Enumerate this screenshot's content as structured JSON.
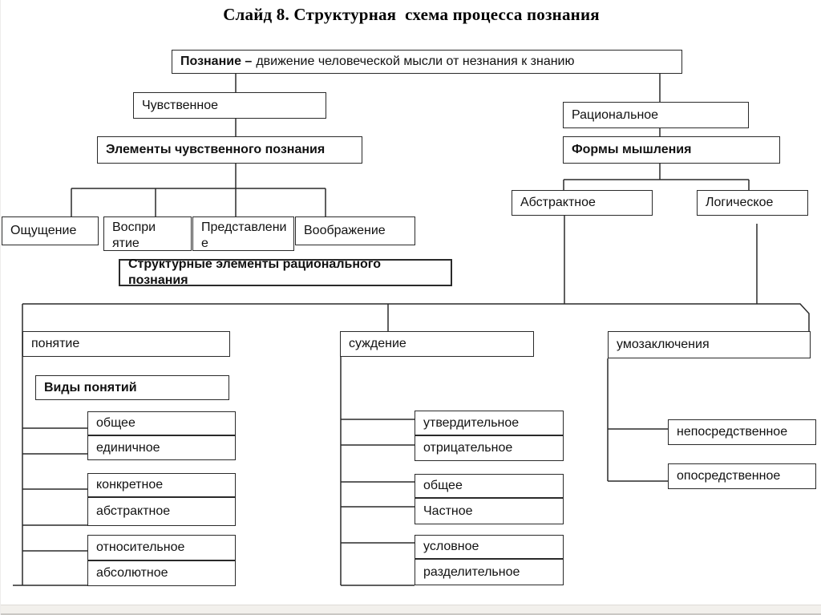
{
  "slide_title": "Слайд 8. Структурная  схема процесса познания",
  "root": {
    "term": "Познание –",
    "definition": "движение человеческой мысли от незнания к знанию"
  },
  "sensory": {
    "branch": "Чувственное",
    "header": "Элементы чувственного познания",
    "elements": [
      "Ощущение",
      "Воспри\nятие",
      "Представлени\nе",
      "Воображение"
    ]
  },
  "rational": {
    "branch": "Рациональное",
    "header": "Формы мышления",
    "forms": [
      "Абстрактное",
      "Логическое"
    ],
    "elements_header": "Структурные элементы рационального познания"
  },
  "concept": {
    "title": "понятие",
    "kinds_header": "Виды понятий",
    "kinds": [
      "общее",
      "единичное",
      "конкретное",
      "абстрактное",
      "относительное",
      "абсолютное"
    ]
  },
  "judgment": {
    "title": "суждение",
    "kinds": [
      "утвердительное",
      "отрицательное",
      "общее",
      "Частное",
      "условное",
      "разделительное"
    ]
  },
  "inference": {
    "title": "умозаключения",
    "kinds": [
      "непосредственное",
      "опосредственное"
    ]
  }
}
